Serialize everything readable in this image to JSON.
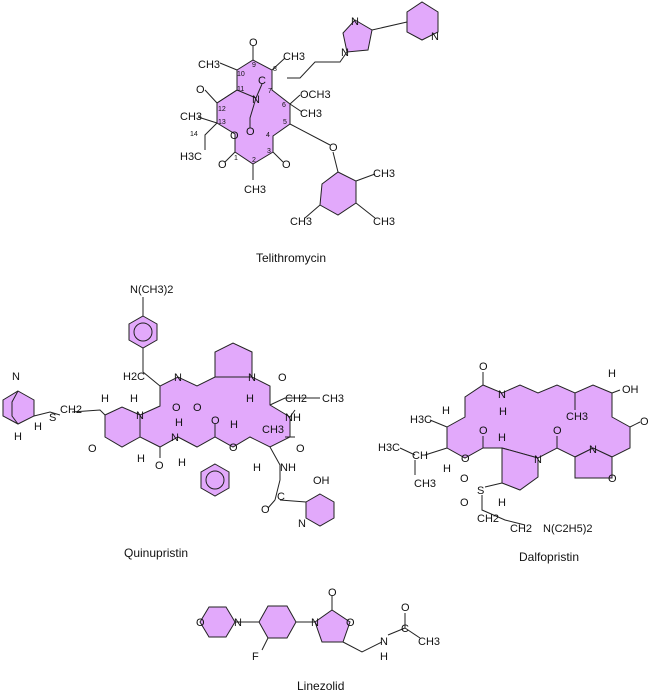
{
  "colors": {
    "ring_fill": "#e2a9fb",
    "line": "#222222"
  },
  "telithromycin": {
    "name": "Telithromycin",
    "atoms": [
      "CH3",
      "O",
      "CH3",
      "O",
      "N",
      "C",
      "OCH3",
      "CH3",
      "CH3",
      "O",
      "O",
      "O",
      "CH3",
      "H3C",
      "O",
      "O",
      "CH3",
      "CH3",
      "CH3",
      "N",
      "N",
      "N"
    ],
    "numbers": [
      "1",
      "2",
      "3",
      "4",
      "5",
      "6",
      "7",
      "8",
      "9",
      "10",
      "11",
      "12",
      "13",
      "14"
    ]
  },
  "quinupristin": {
    "name": "Quinupristin",
    "atoms": [
      "N(CH3)2",
      "H2C",
      "N",
      "H",
      "O",
      "O",
      "N",
      "O",
      "H",
      "CH2",
      "CH3",
      "NH",
      "N",
      "H",
      "S",
      "CH2",
      "H",
      "H",
      "O",
      "H",
      "N",
      "H",
      "O",
      "H",
      "O",
      "O",
      "H",
      "CH3",
      "O",
      "H",
      "NH",
      "C",
      "O",
      "OH",
      "N",
      "N"
    ]
  },
  "dalfopristin": {
    "name": "Dalfopristin",
    "atoms": [
      "O",
      "N",
      "H",
      "H",
      "OH",
      "CH3",
      "O",
      "H",
      "H3C",
      "O",
      "H",
      "O",
      "N",
      "N",
      "H3C",
      "CH",
      "O",
      "O",
      "CH3",
      "H",
      "O",
      "S",
      "O",
      "H",
      "CH2",
      "CH2",
      "N(C2H5)2"
    ]
  },
  "linezolid": {
    "name": "Linezolid",
    "atoms": [
      "O",
      "N",
      "F",
      "N",
      "O",
      "O",
      "N",
      "H",
      "C",
      "O",
      "CH3"
    ]
  }
}
